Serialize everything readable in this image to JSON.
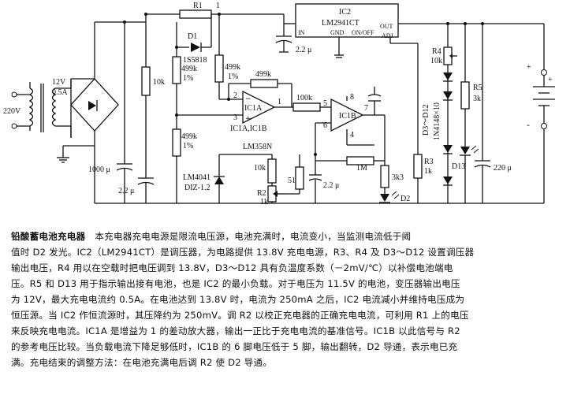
{
  "schematic": {
    "ac_input": "220V",
    "transformer_secondary": "12V",
    "transformer_current": "0.5A",
    "c_filter": "1000 μ",
    "r1": "R1",
    "r1_node": "1",
    "ic2_label": "IC2",
    "ic2_part": "LM2941CT",
    "ic2_in": "IN",
    "ic2_gnd": "GND",
    "ic2_onoff": "ON/OFF",
    "ic2_out": "OUT",
    "ic2_adj": "ADJ",
    "c_in": "2.2 μ",
    "d1": "D1",
    "d1_part": "1S5818",
    "r_10k_a": "10k",
    "r_499k_a": "499k",
    "r_499k_a_tol": "1%",
    "r_499k_b": "499k",
    "r_499k_b_tol": "1%",
    "r_499k_fb": "499k",
    "r_499k_c": "499k",
    "r_499k_c_tol": "1%",
    "ic1a": "IC1A",
    "ic1_pair": "IC1A,IC1B",
    "ic1_part": "LM358N",
    "pin_2": "2",
    "pin_3": "3",
    "pin_1": "1",
    "pin_5": "5",
    "pin_6": "6",
    "pin_7": "7",
    "pin_4": "4",
    "pin_8": "8",
    "r_100k": "100k",
    "ic1b": "IC1B",
    "vref": "LM4041",
    "vref_sub": "DIZ-1.2",
    "c_2u2_a": "2.2 μ",
    "r_10k_b": "10k",
    "r2": "R2",
    "r2_val": "1k",
    "r_51": "51",
    "c_2u2_b": "2.2 μ",
    "r_1m": "1M",
    "r_3k3": "3k3",
    "d2": "D2",
    "diode_range": "D3～D12",
    "diode_part": "1N4148×10",
    "r3": "R3",
    "r3_val": "1k",
    "r4": "R4",
    "r4_val": "10k",
    "r5": "R5",
    "r5_val": "3k",
    "d13": "D13",
    "c_out": "220 μ",
    "plus_a": "+",
    "plus_b": "+",
    "minus": "-"
  },
  "description": {
    "title": "铅酸蓄电池充电器",
    "lines": [
      "本充电器充电电源是限流电压源，电池充满时，电流变小，当监测电流低于阈",
      "值时 D2 发光。IC2（LM2941CT）是调压器，为电路提供 13.8V 充电电源，R3、R4 及 D3～D12 设置调压器",
      "输出电压，R4 用以在空载时把电压调到 13.8V，D3～D12 具有负温度系数（－2mV/℃）以补偿电池端电",
      "压。R5 和 D13 用于指示输出接有电池，也是 IC2 的最小负载。对于电压为 11.5V 的电池，变压器输出电压",
      "为 12V，最大充电电流约 0.5A。在电池达到 13.8V 时，电流为 250mA 之后，IC2 电流减小并维持电压成为",
      "恒压源。当 IC2 作恒流源时，其压降约为 250mV。调 R2 以校正充电器的正确充电电流，可利用 R1 上的电压",
      "来反映充电电流。IC1A 是增益为 1 的差动放大器，输出一正比于充电电流的基准信号。IC1B 以此信号与 R2",
      "的参考电压比较。当负载电流下降足够低时，IC1B 的 6 脚电压低于 5 脚，输出翻转，D2 导通，表示电已充",
      "满。充电结束的调整方法：在电池充满电后调 R2 使 D2 导通。"
    ]
  }
}
